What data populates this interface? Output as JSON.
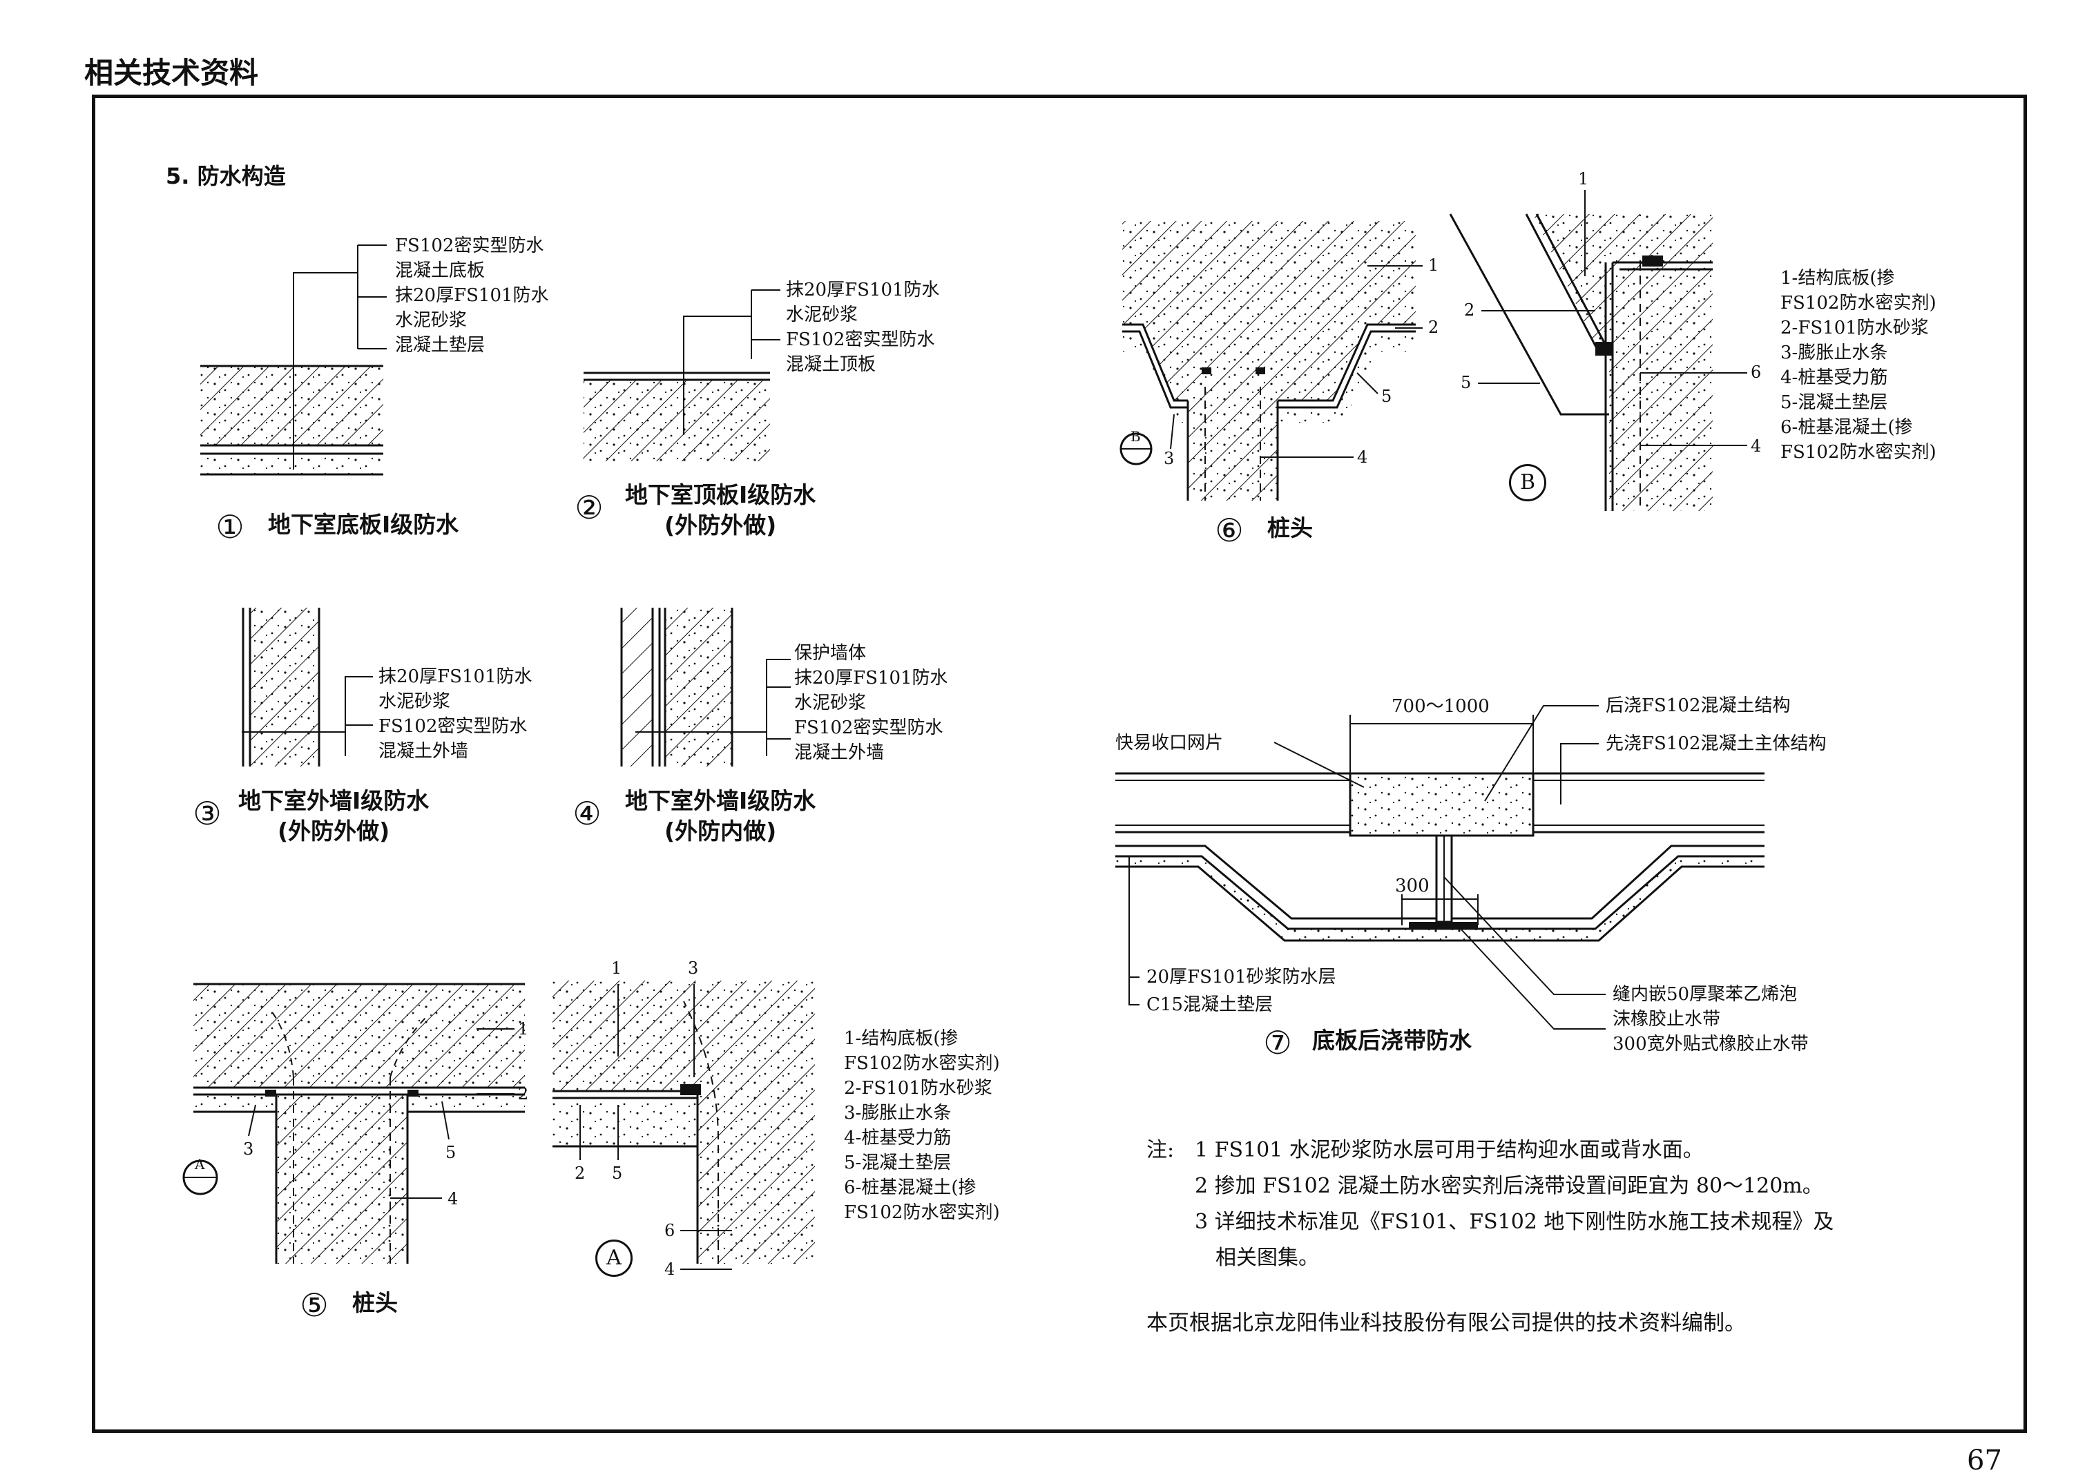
{
  "header": {
    "title": "相关技术资料"
  },
  "section": {
    "title": "5. 防水构造"
  },
  "d1": {
    "labels": [
      "FS102密实型防水",
      "混凝土底板",
      "抹20厚FS101防水",
      "水泥砂浆",
      "混凝土垫层"
    ],
    "number": "①",
    "caption": "地下室底板I级防水"
  },
  "d2": {
    "labels": [
      "抹20厚FS101防水",
      "水泥砂浆",
      "FS102密实型防水",
      "混凝土顶板"
    ],
    "number": "②",
    "caption": "地下室顶板I级防水",
    "caption2": "(外防外做)"
  },
  "d3": {
    "labels": [
      "抹20厚FS101防水",
      "水泥砂浆",
      "FS102密实型防水",
      "混凝土外墙"
    ],
    "number": "③",
    "caption": "地下室外墙I级防水",
    "caption2": "(外防外做)"
  },
  "d4": {
    "labels": [
      "保护墙体",
      "抹20厚FS101防水",
      "水泥砂浆",
      "FS102密实型防水",
      "混凝土外墙"
    ],
    "number": "④",
    "caption": "地下室外墙I级防水",
    "caption2": "(外防内做)"
  },
  "d5": {
    "number": "⑤",
    "caption": "桩头",
    "detail_ref": "A",
    "callouts": [
      "1",
      "2",
      "3",
      "4",
      "5"
    ],
    "detail_callouts": [
      "1",
      "3",
      "2",
      "5",
      "6",
      "4"
    ],
    "legend": [
      "1-结构底板(掺",
      "FS102防水密实剂)",
      "2-FS101防水砂浆",
      "3-膨胀止水条",
      "4-桩基受力筋",
      "5-混凝土垫层",
      "6-桩基混凝土(掺",
      "FS102防水密实剂)"
    ]
  },
  "d6": {
    "number": "⑥",
    "caption": "桩头",
    "detail_ref": "B",
    "callouts": [
      "1",
      "2",
      "3",
      "4",
      "5"
    ],
    "detail_callouts": [
      "1",
      "2",
      "5",
      "6",
      "4"
    ],
    "legend": [
      "1-结构底板(掺",
      "FS102防水密实剂)",
      "2-FS101防水砂浆",
      "3-膨胀止水条",
      "4-桩基受力筋",
      "5-混凝土垫层",
      "6-桩基混凝土(掺",
      "FS102防水密实剂)"
    ]
  },
  "d7": {
    "number": "⑦",
    "caption": "底板后浇带防水",
    "dim_width": "700～1000",
    "dim_300": "300",
    "label_mesh": "快易收口网片",
    "label_post": "后浇FS102混凝土结构",
    "label_pre": "先浇FS102混凝土主体结构",
    "label_mortar": "20厚FS101砂浆防水层",
    "label_c15": "C15混凝土垫层",
    "label_joint1": "缝内嵌50厚聚苯乙烯泡",
    "label_joint2": "沫橡胶止水带",
    "label_strip": "300宽外贴式橡胶止水带"
  },
  "notes": {
    "prefix": "注:",
    "items": [
      "1 FS101 水泥砂浆防水层可用于结构迎水面或背水面。",
      "2 掺加 FS102 混凝土防水密实剂后浇带设置间距宜为 80～120m。",
      "3 详细技术标准见《FS101、FS102 地下刚性防水施工技术规程》及",
      "相关图集。"
    ]
  },
  "source_note": "本页根据北京龙阳伟业科技股份有限公司提供的技术资料编制。",
  "page_number": "67"
}
